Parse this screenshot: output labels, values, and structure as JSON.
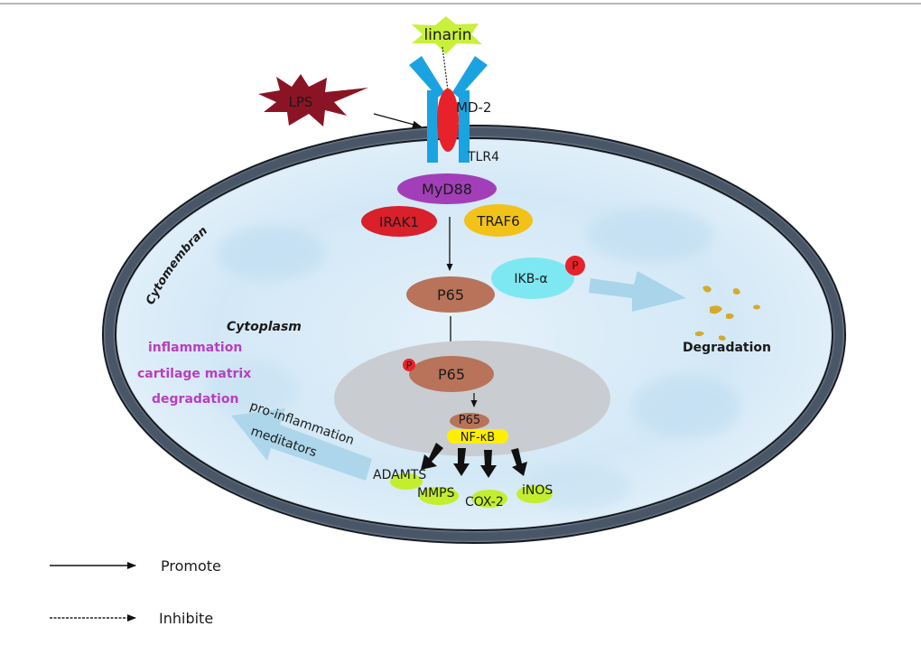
{
  "diagram": {
    "title": "Linarin inhibits LPS-induced TLR4/MyD88/NF-κB signaling",
    "stimuli": {
      "lps": "LPS",
      "linarin": "linarin"
    },
    "receptor": {
      "tlr4": "TLR4",
      "md2": "MD-2"
    },
    "regions": {
      "cytomembrane": "Cytomembran",
      "cytoplasm": "Cytoplasm"
    },
    "adaptors": {
      "myd88": "MyD88",
      "irak1": "IRAK1",
      "traf6": "TRAF6"
    },
    "ikb": {
      "label": "IKB-α",
      "phospho": "P"
    },
    "degradation": "Degradation",
    "p65_cytoplasm": "P65",
    "p65_nucleus": "P65",
    "p65_nucleus_phospho": "P",
    "p65_complex": "P65",
    "nfkb": "NF-κB",
    "mediators": {
      "adamts": "ADAMTS",
      "mmps": "MMPS",
      "cox2": "COX-2",
      "inos": "iNOS"
    },
    "arrow_label": {
      "line1": "pro-inflammation",
      "line2": "meditators"
    },
    "outcomes": [
      "inflammation",
      "cartilage matrix",
      "degradation"
    ],
    "legend": {
      "promote": "Promote",
      "inhibit": "Inhibite"
    },
    "colors": {
      "lps": "#8b1424",
      "linarin": "#c8f03c",
      "receptor": "#1aa3e0",
      "md2": "#e8222b",
      "myd88": "#a23fb8",
      "irak1": "#d9202b",
      "traf6": "#f2c219",
      "ikb": "#7ee8f2",
      "p65": "#b8735a",
      "nfkb": "#ffee00",
      "mediator": "#c2ee2e",
      "nucleus": "#c9cdd2",
      "cytoplasm": "#d6eaf7",
      "membrane": "#4a5668",
      "outcome_text": "#b83fc0",
      "degradation_particles": "#d4aa2a",
      "flow_arrow": "#a9d4ea"
    }
  }
}
